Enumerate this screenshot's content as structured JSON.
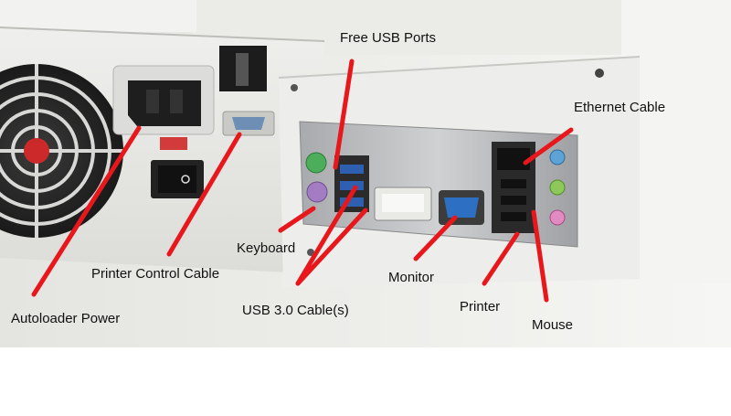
{
  "labels": {
    "free_usb_ports": "Free USB Ports",
    "ethernet_cable": "Ethernet Cable",
    "keyboard": "Keyboard",
    "printer_control_cable": "Printer Control Cable",
    "monitor": "Monitor",
    "usb3_cables": "USB 3.0 Cable(s)",
    "printer": "Printer",
    "autoloader_power": "Autoloader Power",
    "mouse": "Mouse"
  },
  "colors": {
    "pointer_line": "#e8171b",
    "label_text": "#111111"
  }
}
